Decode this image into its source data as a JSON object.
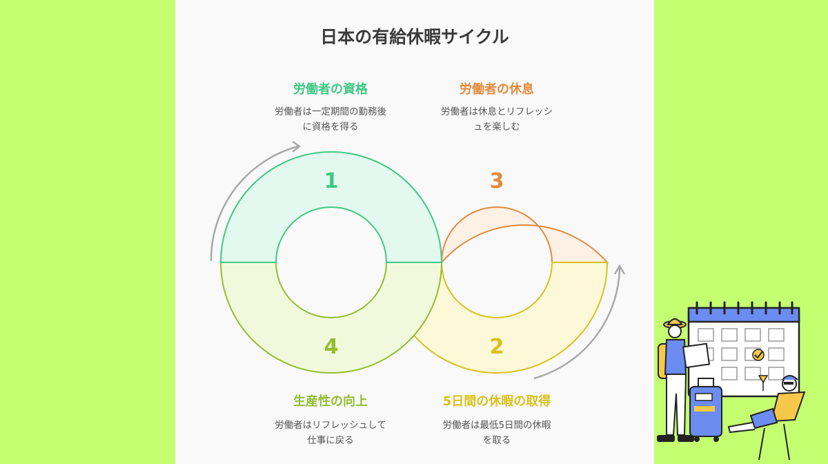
{
  "title": "日本の有給休暇サイクル",
  "steps": [
    {
      "number": "1",
      "heading": "労働者の資格",
      "desc_line1": "労働者は一定期間の勤務後",
      "desc_line2": "に資格を得る",
      "color": "#3ec983"
    },
    {
      "number": "2",
      "heading": "5日間の休暇の取得",
      "desc_line1": "労働者は最低5日間の休暇",
      "desc_line2": "を取る",
      "color": "#d7c21b"
    },
    {
      "number": "3",
      "heading": "労働者の休息",
      "desc_line1": "労働者は休息とリフレッシ",
      "desc_line2": "ュを楽しむ",
      "color": "#e28a3c"
    },
    {
      "number": "4",
      "heading": "生産性の向上",
      "desc_line1": "労働者はリフレッシュして",
      "desc_line2": "仕事に戻る",
      "color": "#93bd2e"
    }
  ],
  "colors": {
    "background": "#c4ff72",
    "card": "#f9f9f9",
    "title_text": "#3a3a3a"
  },
  "illustration": {
    "icons": [
      "calendar-icon",
      "traveler-with-map-icon",
      "suitcase-icon",
      "relaxing-person-icon",
      "checkmark-icon"
    ]
  }
}
